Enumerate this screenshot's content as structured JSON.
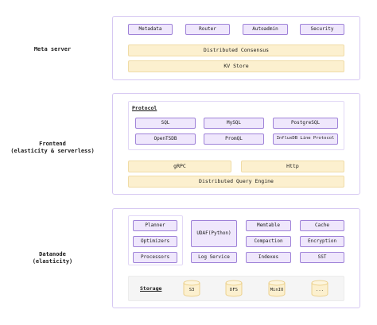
{
  "meta": {
    "label": "Meta server",
    "services": [
      "Metadata",
      "Router",
      "Autoadmin",
      "Security"
    ],
    "consensus": "Distributed Consensus",
    "kv_store": "KV Store"
  },
  "frontend": {
    "label_line1": "Frontend",
    "label_line2": "(elasticity & serverless)",
    "protocol_title": "Protocol",
    "protocols_row1": [
      "SQL",
      "MySQL",
      "PostgreSQL"
    ],
    "protocols_row2": [
      "OpenTSDB",
      "PromQL",
      "InfluxDB Line Protocol"
    ],
    "grpc": "gRPC",
    "http": "Http",
    "query_engine": "Distributed Query Engine"
  },
  "datanode": {
    "label_line1": "Datanode",
    "label_line2": "(elasticity)",
    "query_col": [
      "Planner",
      "Optimizers",
      "Processors"
    ],
    "udaf": "UDAF(Python)",
    "log_service": "Log Service",
    "storage_col1": [
      "Memtable",
      "Compaction",
      "Indexes"
    ],
    "storage_col2": [
      "Cache",
      "Encryption",
      "SST"
    ],
    "storage_title": "Storage",
    "backends": [
      "S3",
      "DFS",
      "MinIO",
      "..."
    ]
  },
  "colors": {
    "panel_border": "#d6c8f2",
    "box_fill": "#efe7fc",
    "box_border": "#9f82d8",
    "bar_fill": "#fcf0cf",
    "bar_border": "#f0dca6",
    "cylinder_fill": "#fcf0cf",
    "cylinder_border": "#e8c97a"
  }
}
